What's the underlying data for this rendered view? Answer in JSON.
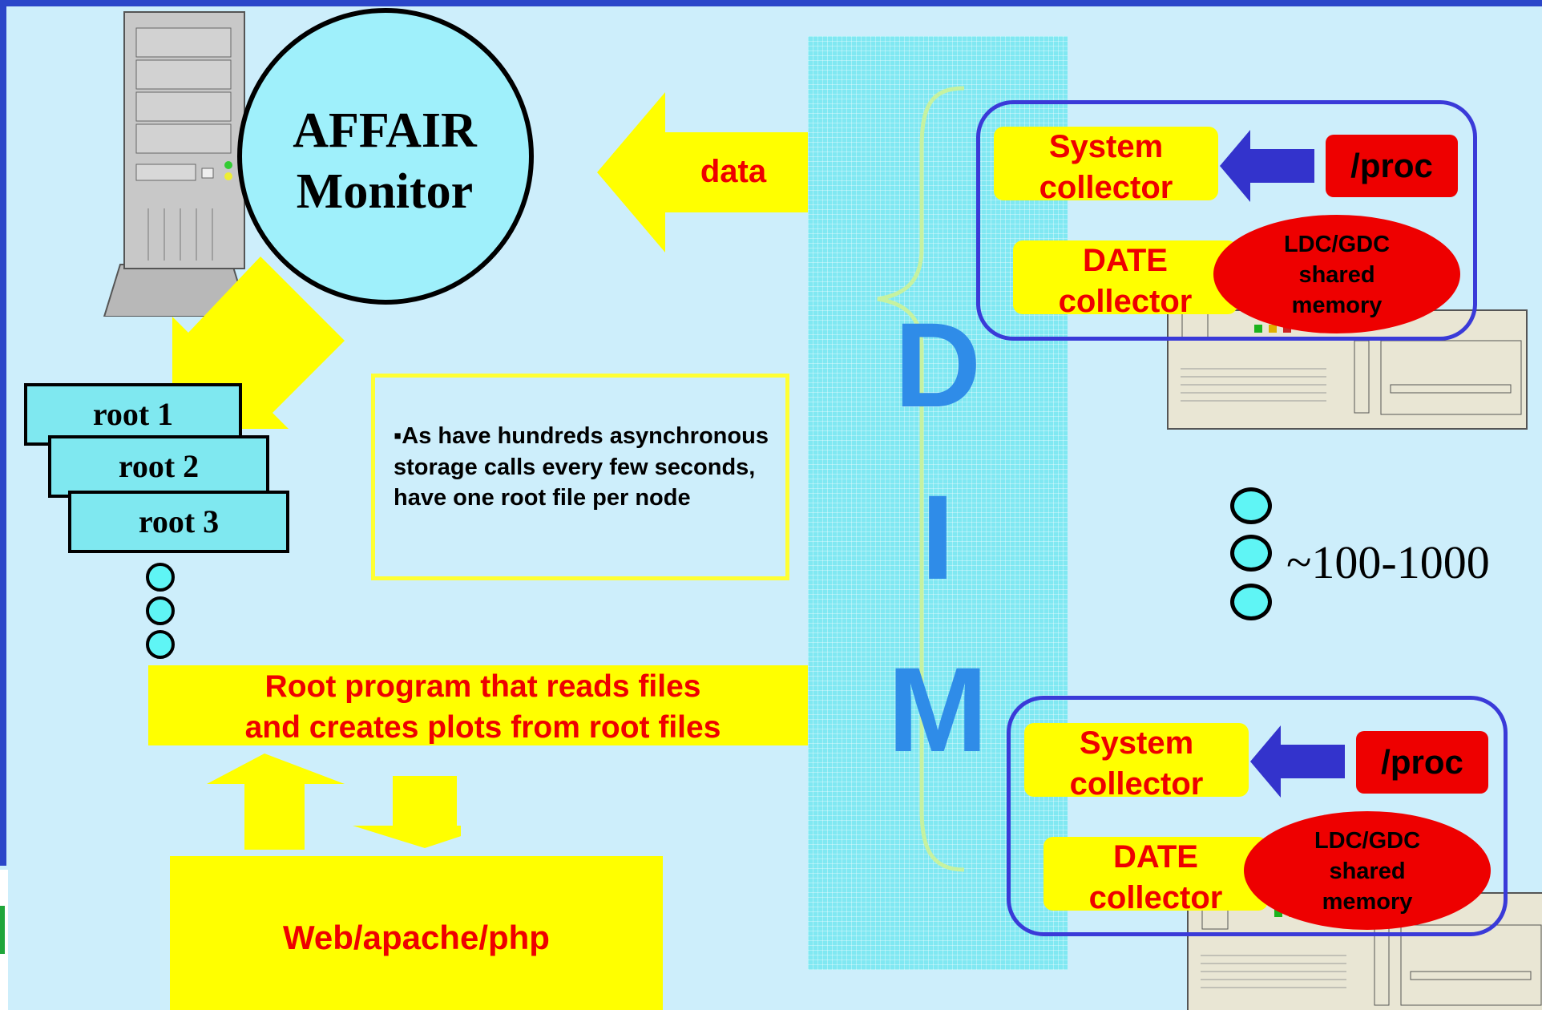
{
  "monitor": {
    "line1": "AFFAIR",
    "line2": "Monitor"
  },
  "roots": [
    "root 1",
    "root 2",
    "root 3"
  ],
  "data_arrow_label": "data",
  "note": "▪As have hundreds asynchronous storage calls every few seconds, have one root file per node",
  "root_program": {
    "line1": "Root program that reads files",
    "line2": "and creates plots from root files"
  },
  "web_box": "Web/apache/php",
  "dim_letters": [
    "D",
    "I",
    "M"
  ],
  "node_count": "~100-1000",
  "nodes": [
    {
      "system_line1": "System",
      "system_line2": "collector",
      "proc": "/proc",
      "date_line1": "DATE",
      "date_line2": "collector",
      "shm_line1": "LDC/GDC",
      "shm_line2": "shared",
      "shm_line3": "memory"
    },
    {
      "system_line1": "System",
      "system_line2": "collector",
      "proc": "/proc",
      "date_line1": "DATE",
      "date_line2": "collector",
      "shm_line1": "LDC/GDC",
      "shm_line2": "shared",
      "shm_line3": "memory"
    }
  ],
  "colors": {
    "accent_blue": "#2b46c9",
    "arrow_yellow": "#ffff00",
    "label_red": "#ee0000",
    "dim_cyan": "#80e8f2"
  },
  "icons": [
    "tower-server-icon",
    "desktop-computer-icon"
  ]
}
